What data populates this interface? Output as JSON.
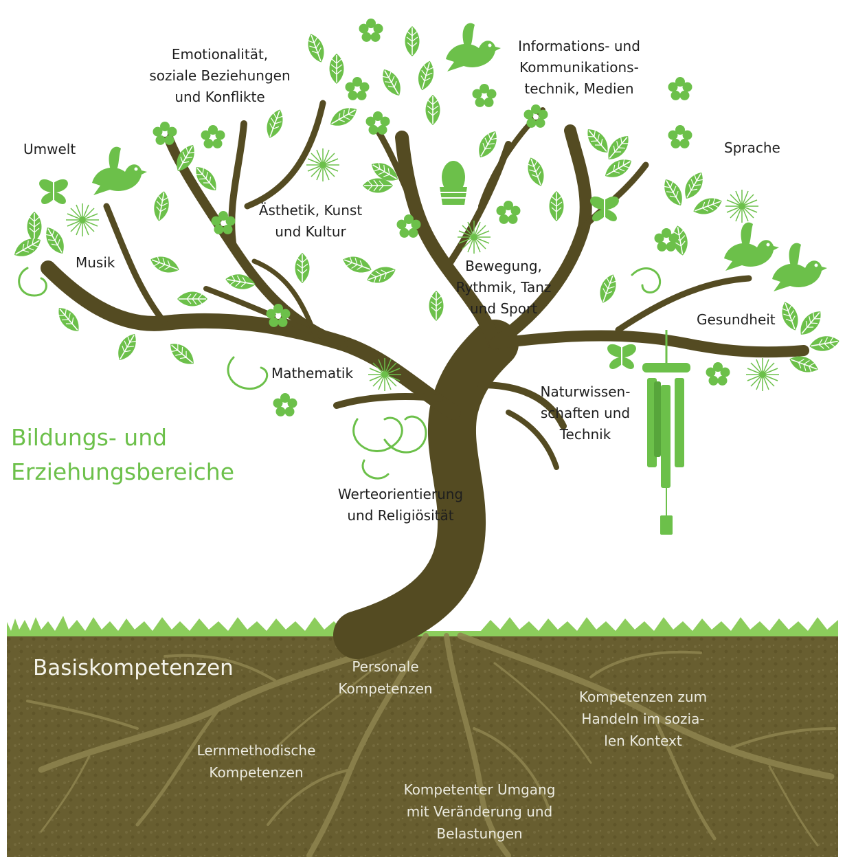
{
  "colors": {
    "leaf_green": "#6cc04a",
    "trunk_brown": "#544b22",
    "soil_brown": "#685e30",
    "root_tan": "#8e844f",
    "grass_green": "#8ccd5c"
  },
  "icons": [
    "leaf-icon",
    "flower-icon",
    "bird-icon",
    "butterfly-icon",
    "wind-chime-icon",
    "acorn-icon",
    "dandelion-icon"
  ],
  "tree": {
    "heading": "Bildungs- und\nErziehungsbereiche",
    "branches": [
      "Emotionalität,\nsoziale Beziehungen\nund Konflikte",
      "Informations- und\nKommunikations-\ntechnik, Medien",
      "Umwelt",
      "Sprache",
      "Ästhetik, Kunst\nund Kultur",
      "Musik",
      "Bewegung,\nRythmik, Tanz\nund Sport",
      "Gesundheit",
      "Mathematik",
      "Naturwissen-\nschaften und\nTechnik",
      "Werteorientierung\nund Religiösität"
    ]
  },
  "roots": {
    "heading": "Basiskompetenzen",
    "labels": [
      "Personale\nKompetenzen",
      "Kompetenzen zum\nHandeln im sozia-\nlen Kontext",
      "Lernmethodische\nKompetenzen",
      "Kompetenter Umgang\nmit Veränderung und\nBelastungen"
    ]
  }
}
